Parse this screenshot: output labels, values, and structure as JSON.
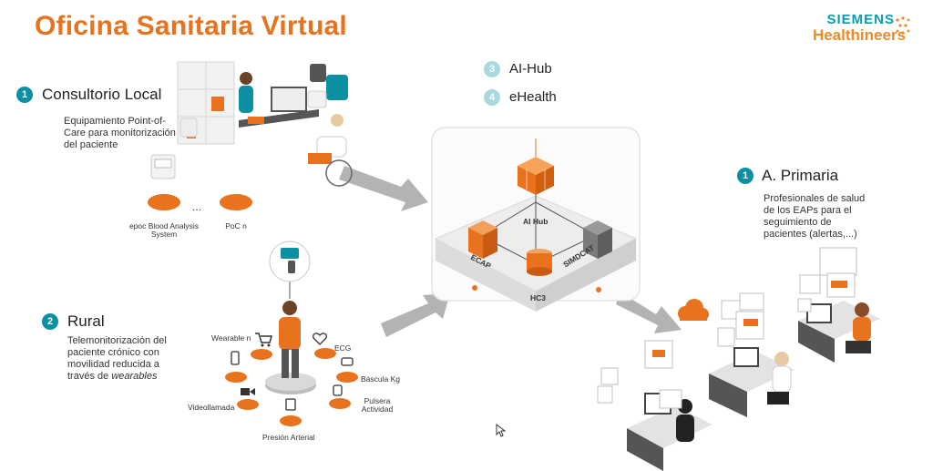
{
  "title": "Oficina Sanitaria Virtual",
  "logo": {
    "line1": "SIEMENS",
    "line2": "Healthineers"
  },
  "sections": {
    "consultorio": {
      "number": "1",
      "heading": "Consultorio Local",
      "description": "Equipamiento Point-of-Care para monitorización del paciente",
      "device1": "epoc Blood Analysis System",
      "device2": "PoC n",
      "ellipsis": "..."
    },
    "rural": {
      "number": "2",
      "heading": "Rural",
      "description_plain": "Telemonitorización del paciente crónico con movilidad reducida a través de ",
      "description_emph": "wearables"
    },
    "ai_hub": {
      "number": "3",
      "label": "AI-Hub"
    },
    "ehealth": {
      "number": "4",
      "label": "eHealth"
    },
    "primaria": {
      "number": "1",
      "heading": "A. Primaria",
      "description": "Profesionales de salud de los EAPs para el seguimiento de pacientes (alertas,...)"
    }
  },
  "hub": {
    "ai_hub": "AI Hub",
    "ecap": "ECAP",
    "simdcat": "SIMDCAT",
    "hc3": "HC3"
  },
  "wearables": {
    "wearable_n": "Wearable n",
    "ecg": "ECG",
    "bascula": "Báscula Kg",
    "pulsera": "Pulsera Actividad",
    "presion": "Presión Arterial",
    "videollamada": "Videollamada"
  },
  "colors": {
    "orange": "#e8721d",
    "teal": "#0d8fa3",
    "light_teal": "#a8d9df",
    "gray_arrow": "#a9a9a9"
  },
  "icons": [
    "cart-icon",
    "heart-pulse-icon",
    "scale-icon",
    "watch-icon",
    "blood-pressure-icon",
    "video-icon",
    "phone-icon",
    "cloud-icon",
    "cursor-icon"
  ]
}
